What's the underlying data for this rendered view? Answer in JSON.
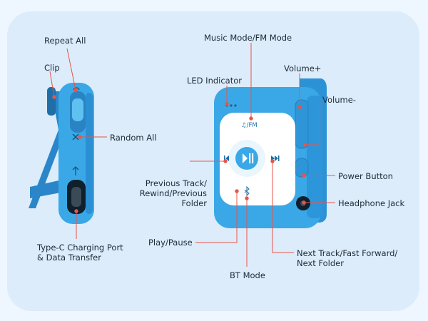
{
  "labels": {
    "repeat_all": "Repeat All",
    "clip": "Clip",
    "random_all": "Random All",
    "type_c": "Type-C Charging Port\n& Data Transfer",
    "music_mode": "Music Mode/FM Mode",
    "led": "LED Indicator",
    "volume_plus": "Volume+",
    "volume_minus": "Volume-",
    "previous_track": "Previous Track/\nRewind/Previous Folder",
    "power_button": "Power Button",
    "headphone_jack": "Headphone Jack",
    "play_pause": "Play/Pause",
    "next_track": "Next Track/Fast Forward/\nNext Folder",
    "bt_mode": "BT Mode",
    "device_mode_text": "♫/FM"
  },
  "colors": {
    "device_blue": "#3aa8e6",
    "device_dark": "#1f7ec2",
    "leader_line": "#e8554a",
    "panel": "#dcecfb"
  },
  "icons": [
    "previous-icon",
    "play-pause-icon",
    "next-icon",
    "bluetooth-icon",
    "usb-icon",
    "shuffle-icon",
    "repeat-icon"
  ]
}
